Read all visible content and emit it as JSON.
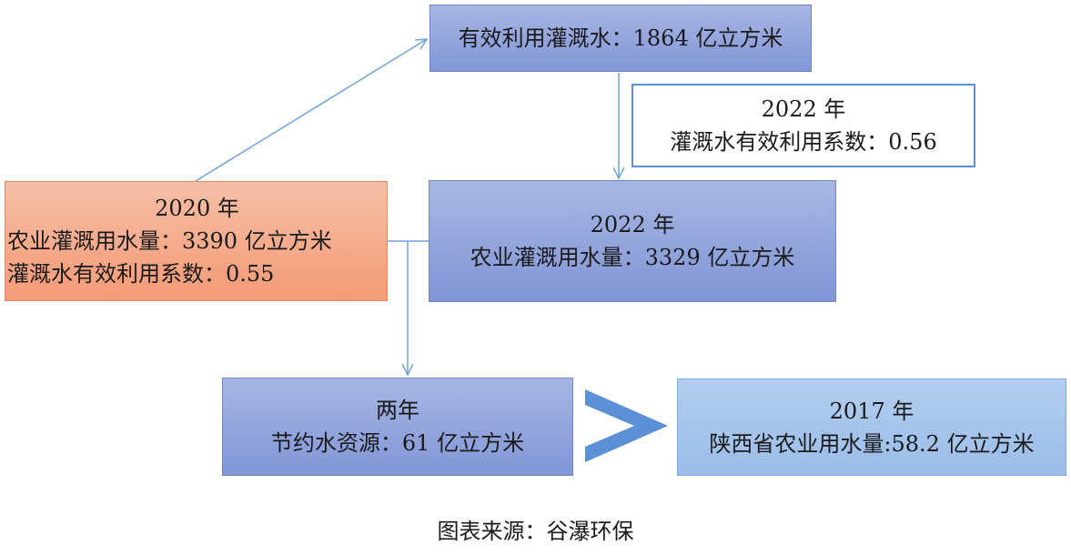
{
  "top_box": {
    "text": "有效利用灌溉水：1864 亿立方米"
  },
  "coef_2022_box": {
    "year": "2022 年",
    "text": "灌溉水有效利用系数：0.56"
  },
  "box_2020": {
    "year": "2020 年",
    "line1": "农业灌溉用水量：3390 亿立方米",
    "line2": "灌溉水有效利用系数：0.55"
  },
  "box_2022": {
    "year": "2022 年",
    "text": "农业灌溉用水量：3329 亿立方米"
  },
  "saving_box": {
    "title": "两年",
    "text": "节约水资源：61 亿立方米"
  },
  "compare_symbol": {
    "icon": "greater-than-icon",
    "color": "#5b8fd6"
  },
  "box_2017": {
    "year": "2017 年",
    "text": "陕西省农业用水量:58.2 亿立方米"
  },
  "caption": {
    "text": "图表来源：谷瀑环保"
  },
  "colors": {
    "blue_box": "#8196d6",
    "light_blue_box": "#9bbde8",
    "orange_box": "#f39a76",
    "connector": "#6fa3dc"
  }
}
